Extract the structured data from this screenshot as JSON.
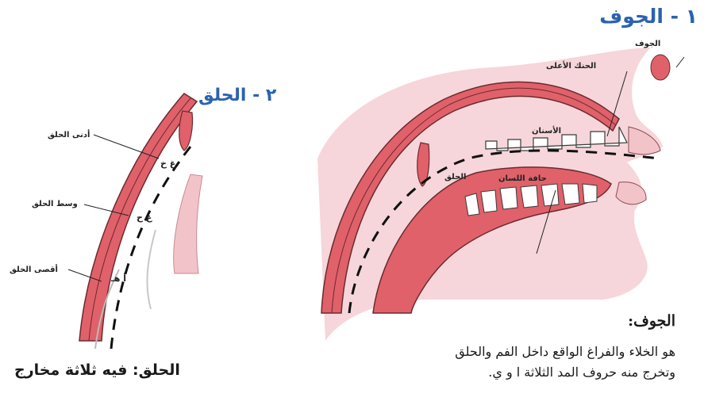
{
  "diagram_right": {
    "title": "١ - الجوف",
    "labels": {
      "nose": "الجوف",
      "upper_palate": "الحنك الأعلى",
      "teeth": "الأسنان",
      "tongue_body": "حافة اللسان",
      "throat_wall": "الحلق"
    }
  },
  "diagram_left": {
    "title": "٢ - الحلق",
    "labels": {
      "upper_throat": "أدنى الحلق",
      "middle_throat": "وسط الحلق",
      "lower_throat": "أقصى الحلق",
      "letters_top": "غ خ",
      "letters_mid": "ع ح",
      "letters_low": "أ هـ"
    }
  },
  "definition": {
    "heading": "الجوف:",
    "line_1": "هو الخلاء والفراغ الواقع داخل الفم والحلق",
    "line_2": "وتخرج منه حروف المد الثلاثة ا و ي."
  },
  "caption": {
    "heading": "الحلق:",
    "text": " فيه ثلاثة مخارج"
  },
  "colors": {
    "title_blue": "#2c62b0",
    "tissue_red": "#e0616a",
    "tissue_pink": "#f2c4c9",
    "outline": "#6b2a2f"
  }
}
